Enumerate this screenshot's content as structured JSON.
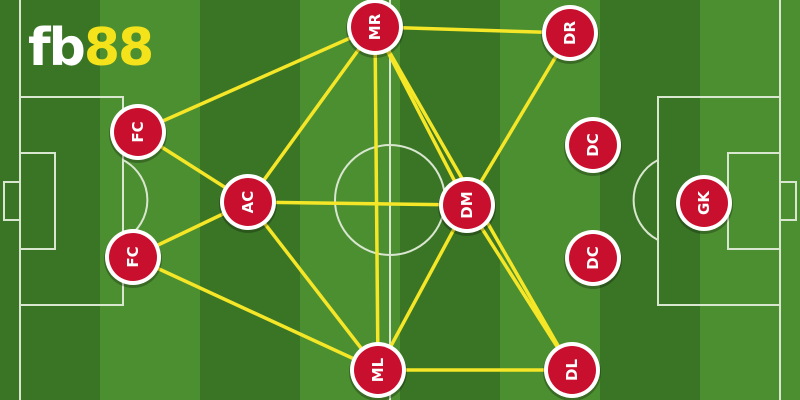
{
  "brand": {
    "name_part1": "fb",
    "name_part2": "88",
    "color_part1": "#ffffff",
    "color_part2": "#f4e21a"
  },
  "colors": {
    "node_fill": "#c8102e",
    "node_ring": "#ffffff",
    "link": "#f5e627",
    "pitch_dark": "#3a7526",
    "pitch_light": "#4c8f31",
    "pitch_line": "#d9e6d0"
  },
  "players": [
    {
      "id": "MR",
      "label": "MR"
    },
    {
      "id": "DR",
      "label": "DR"
    },
    {
      "id": "FC1",
      "label": "FC"
    },
    {
      "id": "DC1",
      "label": "DC"
    },
    {
      "id": "AC",
      "label": "AC"
    },
    {
      "id": "DM",
      "label": "DM"
    },
    {
      "id": "GK",
      "label": "GK"
    },
    {
      "id": "FC2",
      "label": "FC"
    },
    {
      "id": "DC2",
      "label": "DC"
    },
    {
      "id": "ML",
      "label": "ML"
    },
    {
      "id": "DL",
      "label": "DL"
    }
  ],
  "links": [
    [
      "FC1",
      "MR"
    ],
    [
      "FC1",
      "AC"
    ],
    [
      "FC2",
      "AC"
    ],
    [
      "FC2",
      "ML"
    ],
    [
      "AC",
      "MR"
    ],
    [
      "AC",
      "DM"
    ],
    [
      "AC",
      "ML"
    ],
    [
      "MR",
      "DR"
    ],
    [
      "MR",
      "DM"
    ],
    [
      "MR",
      "DL"
    ],
    [
      "MR",
      "ML"
    ],
    [
      "DR",
      "DM"
    ],
    [
      "DM",
      "ML"
    ],
    [
      "DM",
      "DL"
    ],
    [
      "ML",
      "DL"
    ]
  ]
}
